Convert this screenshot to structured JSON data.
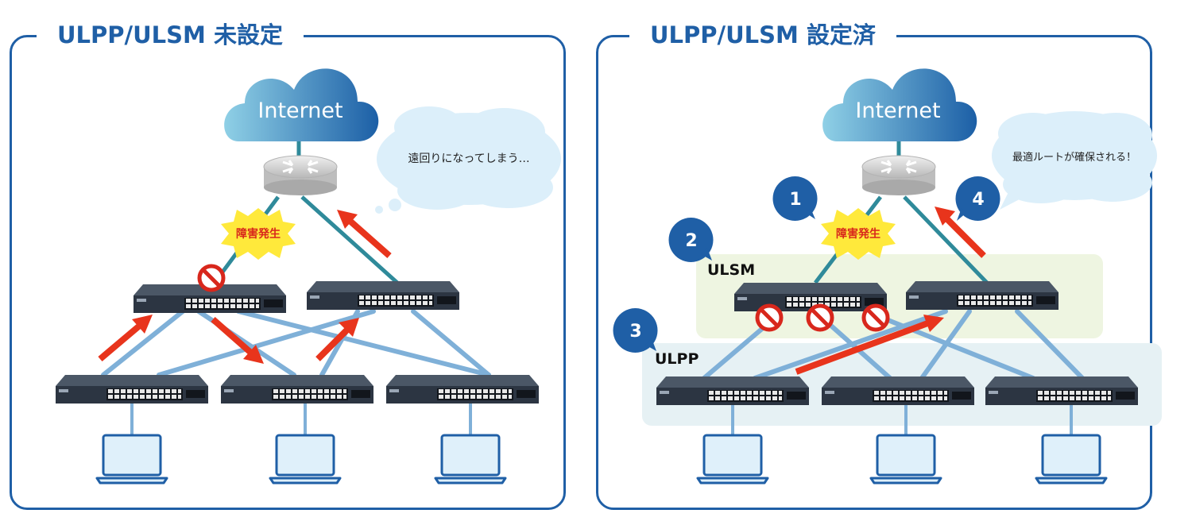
{
  "left_panel": {
    "title": "ULPP/ULSM 未設定",
    "cloud_label": "Internet",
    "thought_text": "遠回りになってしまう…",
    "fault_label": "障害発生"
  },
  "right_panel": {
    "title": "ULPP/ULSM 設定済",
    "cloud_label": "Internet",
    "speech_text": "最適ルートが確保される！",
    "fault_label": "障害発生",
    "ulsm_label": "ULSM",
    "ulpp_label": "ULPP",
    "steps": [
      "1",
      "2",
      "3",
      "4"
    ]
  },
  "colors": {
    "frame": "#1f5fa6",
    "link": "#7fb0d8",
    "uplink": "#2f8a9a",
    "arrow": "#e8341c",
    "block": "#d8271c",
    "ulsm_zone": "#eef5e1",
    "ulpp_zone": "#e6f1f4"
  }
}
